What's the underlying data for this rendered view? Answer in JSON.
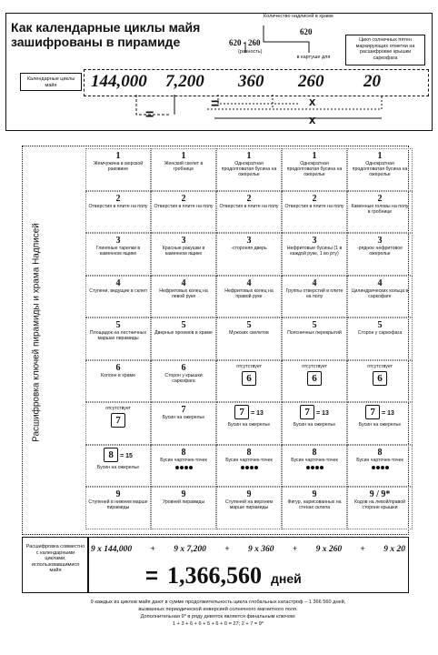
{
  "header": {
    "title_line1": "Как календарные циклы майя",
    "title_line2": "зашифрованы в пирамиде",
    "inscriptions_label": "Количество надписей в храме",
    "range_label": "620 - 260",
    "range_sub": "(разность)",
    "total_620": "620",
    "sub_label": "в картуше для",
    "solar_note": "Цикл солнечных пятен маркирующих отметки на расшифровке крышки саркофага",
    "cycles_label": "Календарные циклы майя",
    "values": [
      "144,000",
      "7,200",
      "360",
      "260",
      "20"
    ],
    "op_eq": "=",
    "op_x": "x"
  },
  "grid": {
    "side_label": "Расшифровка ключей пирамиды и храма Надписей",
    "rows": [
      [
        {
          "n": "1",
          "t": "Жемчужина в морской раковине"
        },
        {
          "n": "1",
          "t": "Женский скелет в гробнице"
        },
        {
          "n": "1",
          "t": "Однократная продолговатая бусина на ожерелье"
        },
        {
          "n": "1",
          "t": "Однократная продолговатая бусина на ожерелье"
        },
        {
          "n": "1",
          "t": "Однократная продолговатая бусина на ожерелье"
        }
      ],
      [
        {
          "n": "2",
          "t": "Отверстия в плите на полу"
        },
        {
          "n": "2",
          "t": "Отверстия в плите на полу"
        },
        {
          "n": "2",
          "t": "Отверстия в плите на полу"
        },
        {
          "n": "2",
          "t": "Отверстия в плите на полу"
        },
        {
          "n": "2",
          "t": "Каменные головы на полу в гробнице"
        }
      ],
      [
        {
          "n": "3",
          "t": "Глиняные тарелки в каменном ящике"
        },
        {
          "n": "3",
          "t": "Красные ракушки в каменном ящике"
        },
        {
          "n": "3",
          "t": "-стороняя дверь"
        },
        {
          "n": "3",
          "t": "Нефритовые бусины (1 в каждой руке, 1 во рту)"
        },
        {
          "n": "3",
          "t": "-рядное нефритовое ожерелье"
        }
      ],
      [
        {
          "n": "4",
          "t": "Ступени, ведущие в склеп"
        },
        {
          "n": "4",
          "t": "Нефритовых колец на левой руке"
        },
        {
          "n": "4",
          "t": "Нефритовых колец на правой руке"
        },
        {
          "n": "4",
          "t": "Группы отверстий в плите на полу"
        },
        {
          "n": "4",
          "t": "Цилиндрических кольца в саркофаге"
        }
      ],
      [
        {
          "n": "5",
          "t": "Площадок на лестничных маршах пирамиды"
        },
        {
          "n": "5",
          "t": "Дверных проемов в храме"
        },
        {
          "n": "5",
          "t": "Мужских скелетов"
        },
        {
          "n": "5",
          "t": "Поясничных перекрытий"
        },
        {
          "n": "5",
          "t": "Сторон у саркофага"
        }
      ],
      [
        {
          "n": "6",
          "t": "Колонн в храме"
        },
        {
          "n": "6",
          "t": "Сторон у крышки саркофага"
        },
        {
          "n": "",
          "t": "отсутствует",
          "g": "6"
        },
        {
          "n": "",
          "t": "отсутствует",
          "g": "6"
        },
        {
          "n": "",
          "t": "отсутствует",
          "g": "6"
        }
      ],
      [
        {
          "n": "",
          "t": "отсутствует",
          "g": "7"
        },
        {
          "n": "7",
          "t": "Бусин на ожерелье"
        },
        {
          "n": "",
          "t": "Бусин на ожерелье",
          "g": "7",
          "eq": "= 13"
        },
        {
          "n": "",
          "t": "Бусин на ожерелье",
          "g": "7",
          "eq": "= 13"
        },
        {
          "n": "",
          "t": "Бусин на ожерелье",
          "g": "7",
          "eq": "= 13"
        }
      ],
      [
        {
          "n": "",
          "t": "Бусин на ожерелье",
          "g": "8",
          "eq": "= 15"
        },
        {
          "n": "8",
          "t": "Бусин чарточек-точек",
          "dots": true
        },
        {
          "n": "8",
          "t": "Бусин чарточек-точек",
          "dots": true
        },
        {
          "n": "8",
          "t": "Бусин чарточек-точек",
          "dots": true
        },
        {
          "n": "8",
          "t": "Бусин чарточек-точек",
          "dots": true
        }
      ],
      [
        {
          "n": "9",
          "t": "Ступеней в нижнем марше пирамиды"
        },
        {
          "n": "9",
          "t": "Уровней пирамиды"
        },
        {
          "n": "9",
          "t": "Ступеней на верхнем марше пирамиды"
        },
        {
          "n": "9",
          "t": "Фигур, нарисованных на стенах склепа"
        },
        {
          "n": "9 / 9*",
          "t": "Кодов на левой/правой стороне крышки"
        }
      ]
    ]
  },
  "footer": {
    "left_label": "Расшифровка совместно с календарными циклами, использовавшимися майя",
    "terms": [
      "9 x 144,000",
      "9 x 7,200",
      "9 x 360",
      "9 x 260",
      "9 x 20"
    ],
    "plus": "+",
    "result_eq": "=",
    "result_value": "1,366,560",
    "result_unit": "дней",
    "note1": "9 каждых из циклов майя дают в сумме продолжительность цикла глобальных катастроф – 1 366 560 дней,",
    "note2": "вызванных периодической инверсией солнечного магнитного поля.",
    "note3": "Дополнительная 9* в ряду девяток является финальным ключом:",
    "note4": "1 + 3 + 6 + 6 + 5 + 6 + 0 = 27; 2 + 7 = 9*"
  },
  "colors": {
    "ink": "#111111",
    "paper": "#ffffff"
  },
  "icons": [
    "glyph-6-icon",
    "glyph-7-icon",
    "glyph-8-icon",
    "dot-bar-icon"
  ]
}
